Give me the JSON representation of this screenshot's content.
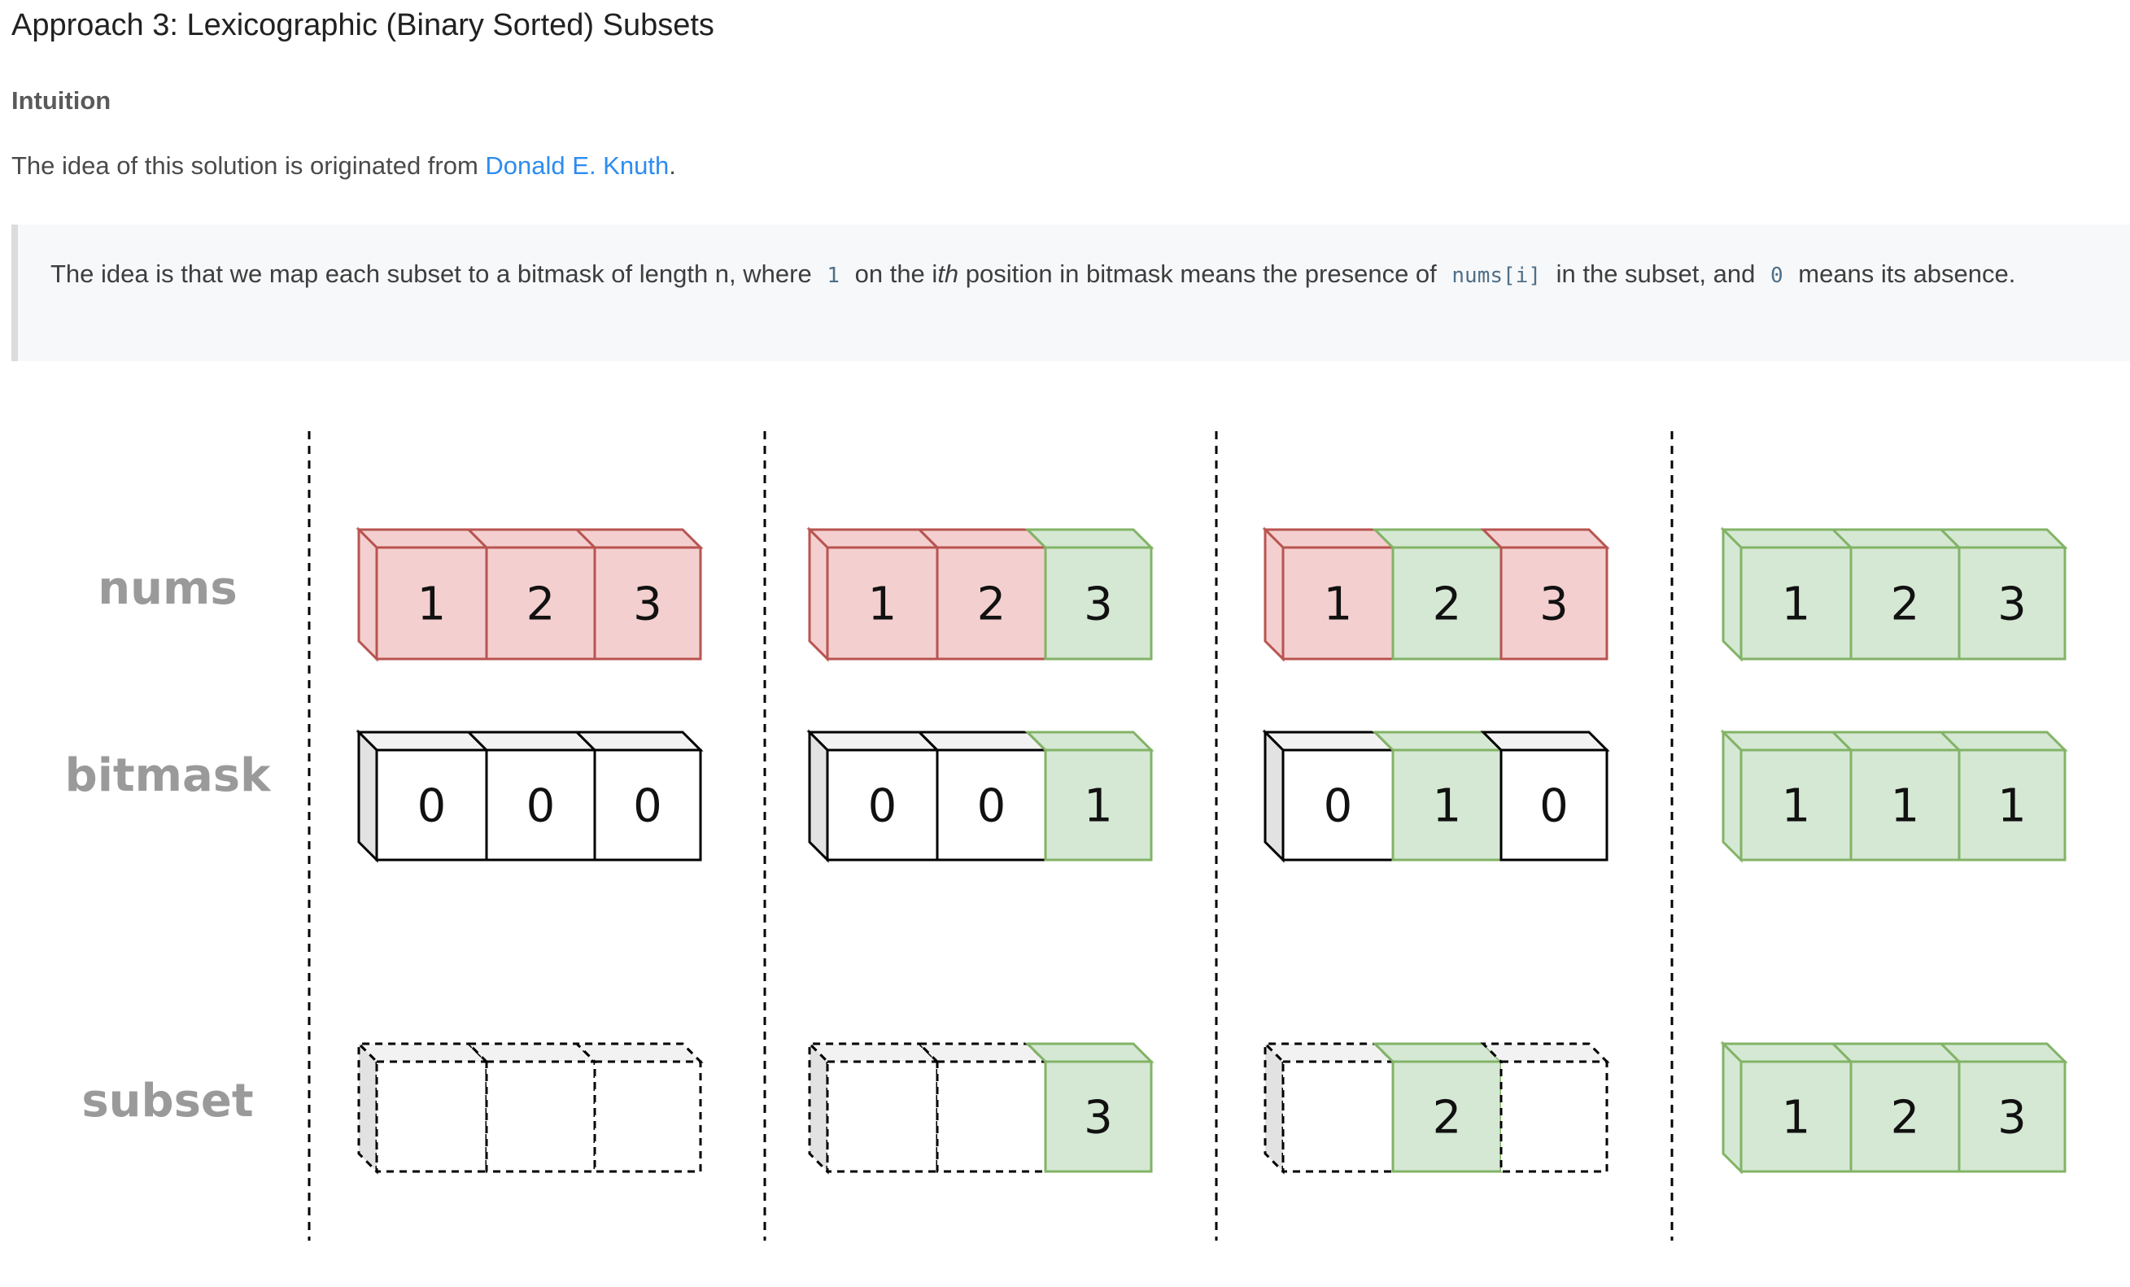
{
  "title": "Approach 3: Lexicographic (Binary Sorted) Subsets",
  "subheading": "Intuition",
  "intro": {
    "prefix": "The idea of this solution is originated from ",
    "link_text": "Donald E. Knuth",
    "suffix": "."
  },
  "quote": {
    "t1": "The idea is that we map each subset to a bitmask of length n, where",
    "code1": "1",
    "t2": "on the i",
    "italic": "th",
    "t3": "position in bitmask means the presence of",
    "code2": "nums[i]",
    "t4": "in the subset, and",
    "code3": "0",
    "t5": "means its absence."
  },
  "diagram": {
    "row_labels": [
      "nums",
      "bitmask",
      "subset"
    ],
    "colors": {
      "red_fill": "#f4cfcf",
      "red_stroke": "#b85450",
      "green_fill": "#d5e8d4",
      "green_stroke": "#82b366",
      "white_fill": "#ffffff",
      "black_stroke": "#000000"
    },
    "columns": [
      {
        "nums": [
          "1",
          "2",
          "3"
        ],
        "bitmask": [
          "0",
          "0",
          "0"
        ],
        "subset": [
          "",
          "",
          ""
        ]
      },
      {
        "nums": [
          "1",
          "2",
          "3"
        ],
        "bitmask": [
          "0",
          "0",
          "1"
        ],
        "subset": [
          "",
          "",
          "3"
        ]
      },
      {
        "nums": [
          "1",
          "2",
          "3"
        ],
        "bitmask": [
          "0",
          "1",
          "0"
        ],
        "subset": [
          "",
          "2",
          ""
        ]
      },
      {
        "nums": [
          "1",
          "2",
          "3"
        ],
        "bitmask": [
          "1",
          "1",
          "1"
        ],
        "subset": [
          "1",
          "2",
          "3"
        ]
      }
    ]
  }
}
